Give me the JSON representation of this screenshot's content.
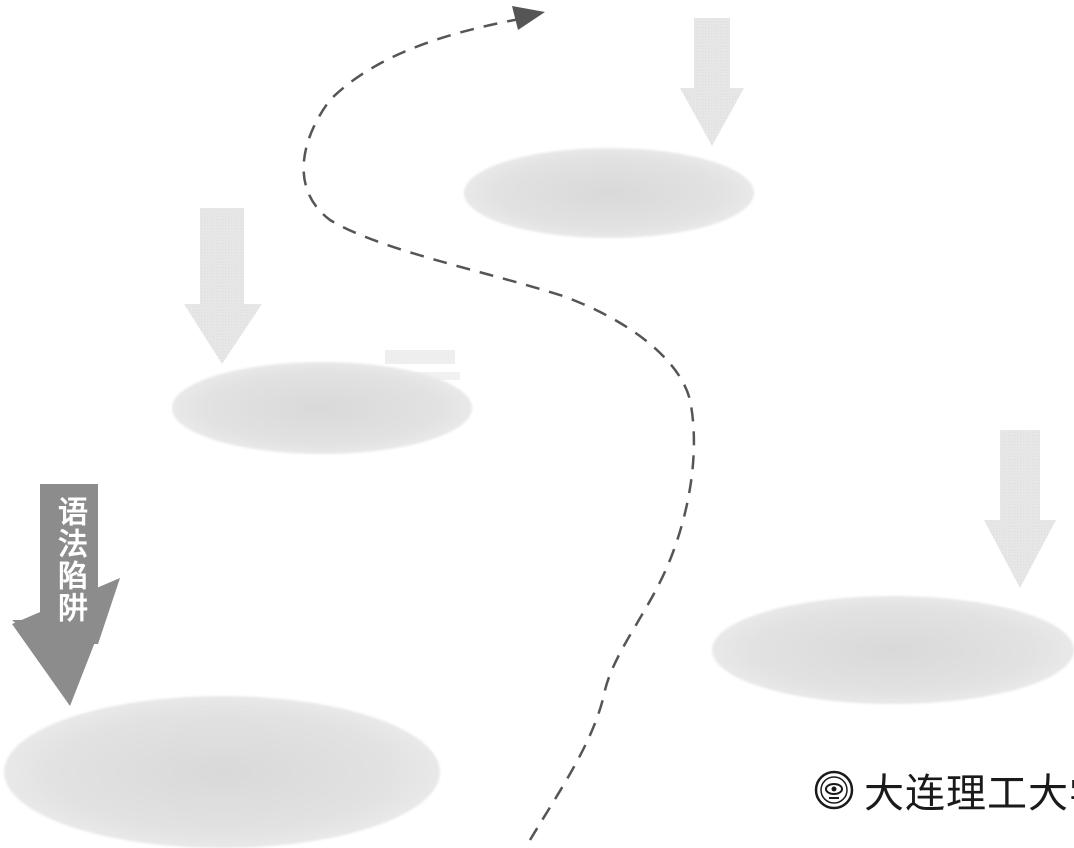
{
  "arrows": [
    {
      "id": "main",
      "label": "语法陷阱"
    }
  ],
  "logo": {
    "text": "大连理工大学"
  },
  "colors": {
    "arrow_main": "#8c8c8c",
    "arrow_faded": "#d6d6d6",
    "pad": "#e0e0e0",
    "dash": "#555555"
  }
}
